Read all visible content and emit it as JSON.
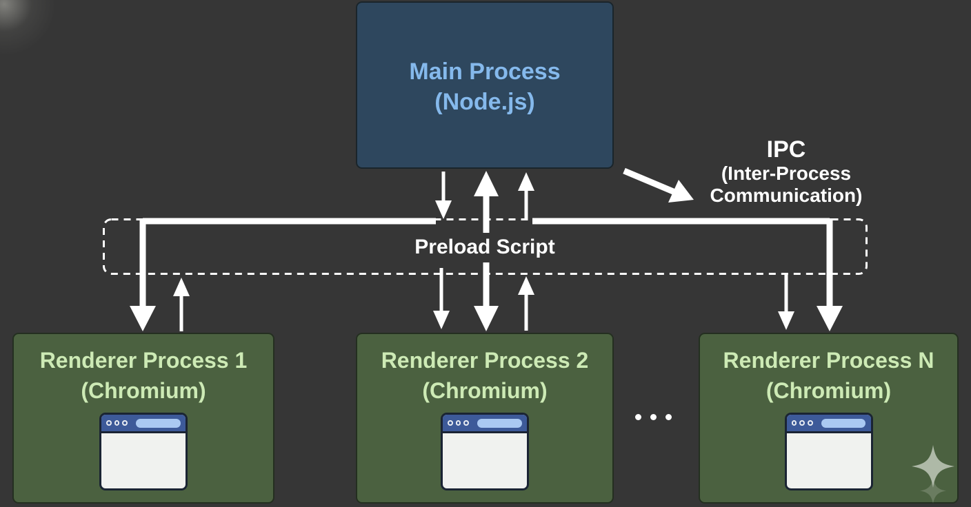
{
  "diagram": {
    "main_process": {
      "title": "Main Process",
      "subtitle": "(Node.js)"
    },
    "preload": {
      "label": "Preload Script"
    },
    "ipc": {
      "line1": "IPC",
      "line2": "(Inter-Process",
      "line3": "Communication)"
    },
    "renderers": [
      {
        "title": "Renderer Process 1",
        "subtitle": "(Chromium)"
      },
      {
        "title": "Renderer Process 2",
        "subtitle": "(Chromium)"
      },
      {
        "title": "Renderer Process N",
        "subtitle": "(Chromium)"
      }
    ],
    "icons": {
      "browser_window": "browser-window-icon",
      "ellipsis": "three-dots-ellipsis-icon",
      "sparkle": "four-point-star-sparkle-icon"
    },
    "colors": {
      "background": "#363636",
      "main_box_fill": "#2e475e",
      "main_box_text": "#85b9ec",
      "renderer_box_fill": "#4b6140",
      "renderer_box_text": "#cdeab5",
      "arrow_white": "#ffffff",
      "browser_titlebar": "#3d5a99",
      "browser_pill": "#aac9f2",
      "browser_body": "#f0f2ef",
      "sparkle": "#b9c3b3"
    }
  }
}
